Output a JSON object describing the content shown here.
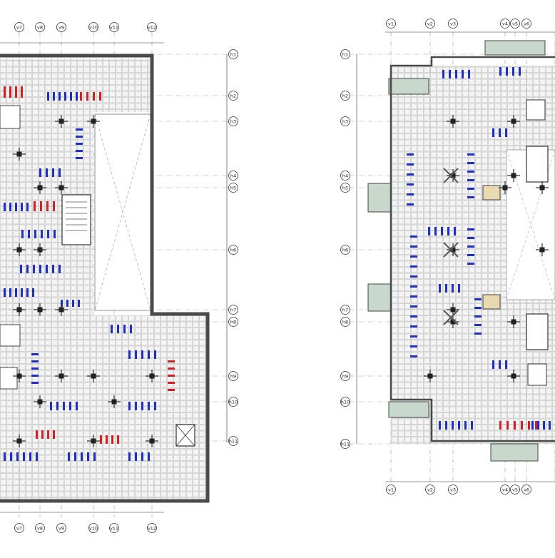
{
  "left_plan": {
    "v_axes": [
      "v7",
      "v8",
      "v9",
      "v10",
      "v11",
      "v12"
    ],
    "h_axes": [
      "h1",
      "h2",
      "h3",
      "h4",
      "h5",
      "h6",
      "h7",
      "h8",
      "h9",
      "h10",
      "h11"
    ]
  },
  "right_plan": {
    "v_axes": [
      "v1",
      "v2",
      "v3",
      "v4",
      "v5",
      "v6"
    ],
    "h_axes": [
      "h1",
      "h2",
      "h3",
      "h4",
      "h5",
      "h6",
      "h7",
      "h8",
      "h9",
      "h10",
      "h11"
    ]
  },
  "colors": {
    "background": "#ffffff",
    "wall": "#4a4a4a",
    "grid_line": "#9a9a9a",
    "parking_stall": "#c8c8c8",
    "accessible_stall_blue": "#1f2fbf",
    "special_stall_red": "#d42020",
    "planter_green": "#c9d8cc",
    "highlight_tan": "#e9d9b0"
  },
  "icons": {
    "column": "column-cross-icon",
    "stair_core": "stair-core-icon",
    "axis_bubble": "grid-axis-bubble-icon"
  }
}
